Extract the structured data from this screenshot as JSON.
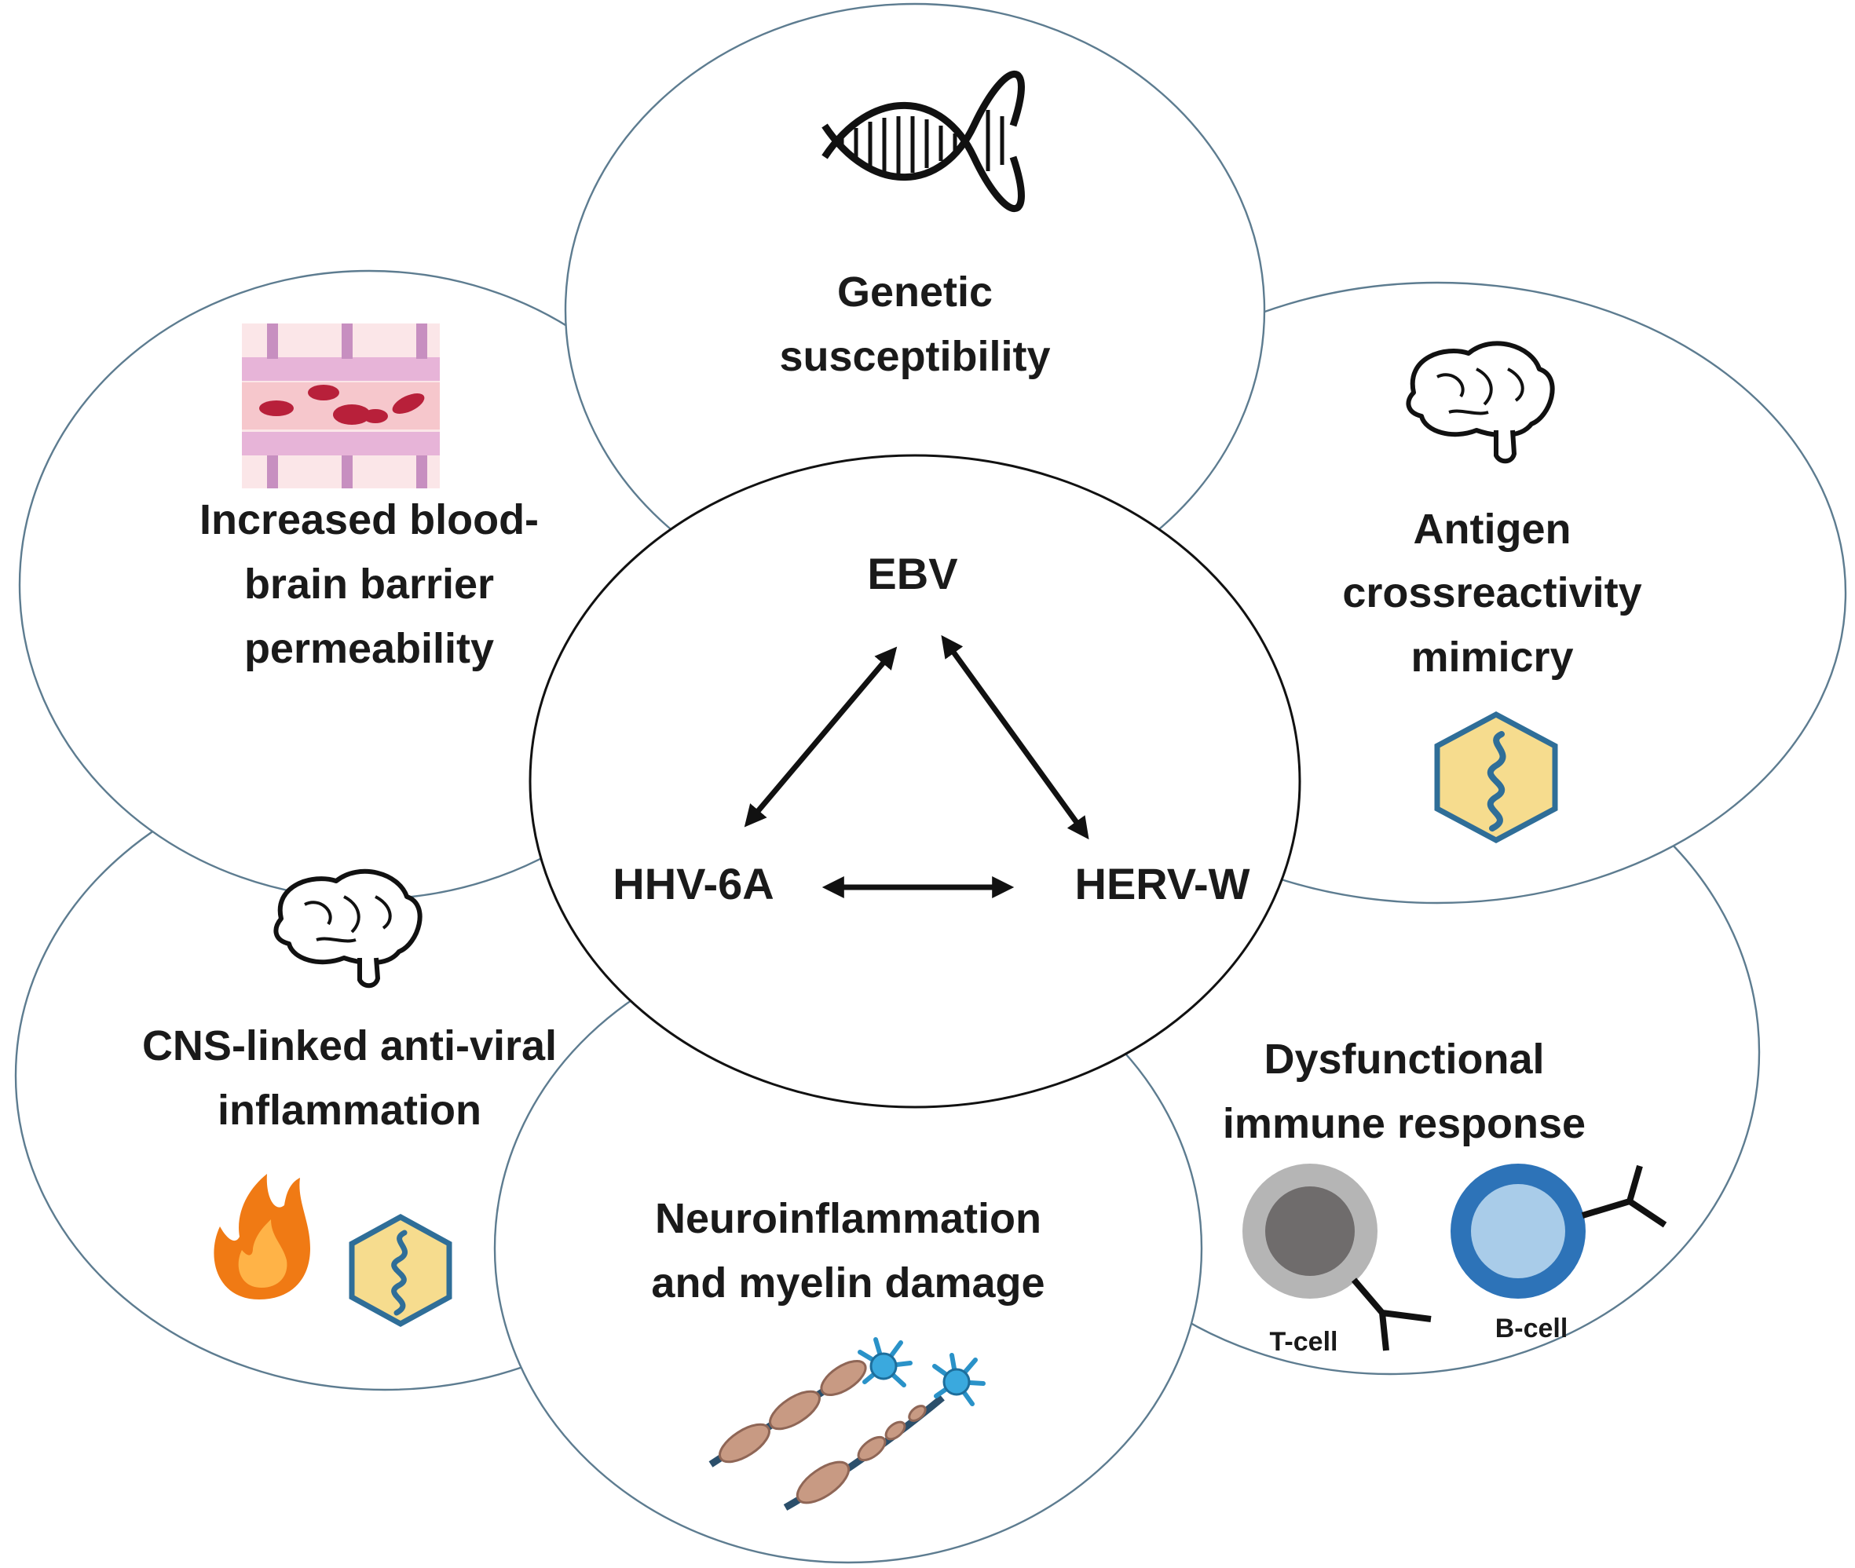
{
  "nodes": {
    "genetic": {
      "lines": [
        "Genetic",
        "susceptibility"
      ]
    },
    "bbb": {
      "lines": [
        "Increased blood-",
        "brain barrier",
        "permeability"
      ]
    },
    "antigen": {
      "lines": [
        "Antigen",
        "crossreactivity",
        "mimicry"
      ]
    },
    "cns": {
      "lines": [
        "CNS-linked anti-viral",
        "inflammation"
      ]
    },
    "neuro": {
      "lines": [
        "Neuroinflammation",
        "and myelin damage"
      ]
    },
    "immune": {
      "lines": [
        "Dysfunctional",
        "immune response"
      ]
    }
  },
  "center": {
    "ebv": "EBV",
    "hhv": "HHV-6A",
    "herv": "HERV-W"
  },
  "cells": {
    "t_cell": "T-cell",
    "b_cell": "B-cell"
  },
  "icons": [
    "dna-icon",
    "blood-vessel-icon",
    "brain-icon",
    "virus-hexagon-icon",
    "fire-icon",
    "neuron-icon",
    "t-cell-icon",
    "b-cell-icon"
  ],
  "colors": {
    "outline": "#5d7c90",
    "hexagon_fill": "#f6dc8e",
    "hexagon_stroke": "#2f6e98",
    "t_cell_outer": "#b5b5b5",
    "t_cell_inner": "#6f6c6c",
    "b_cell_outer": "#2d73b8",
    "b_cell_inner": "#a9cce9",
    "fire_outer": "#f07a14",
    "fire_inner": "#ffb347"
  }
}
